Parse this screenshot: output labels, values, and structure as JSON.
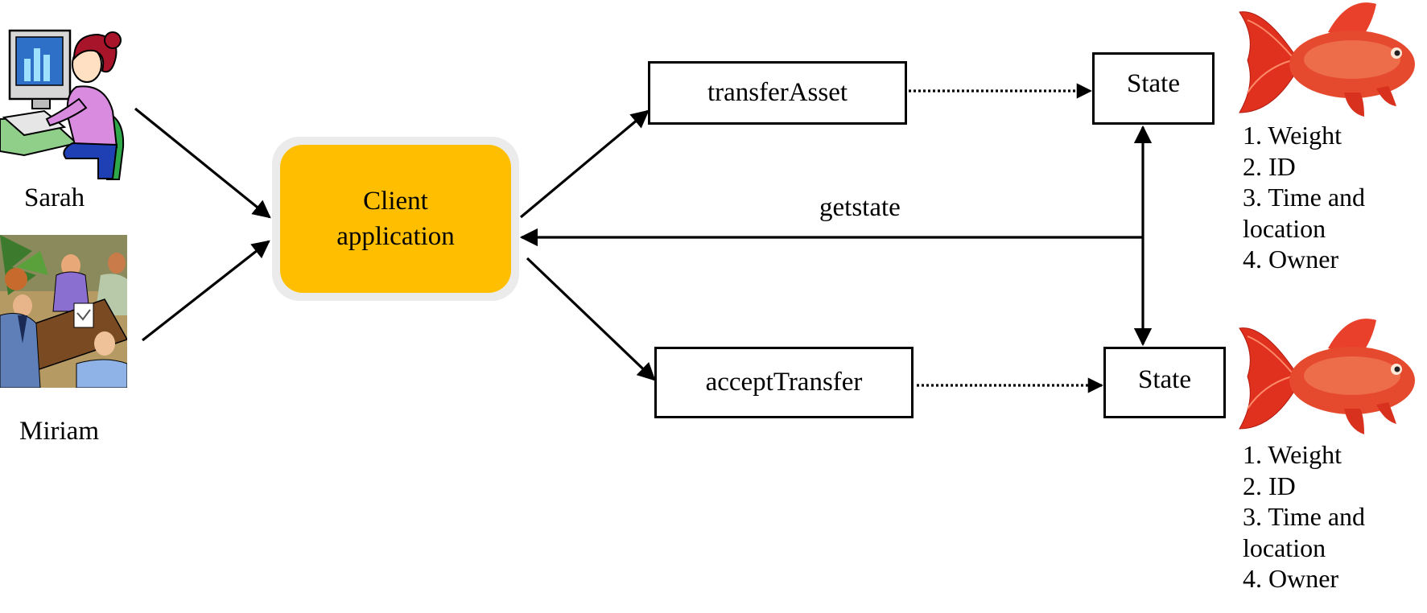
{
  "actors": [
    {
      "name": "Sarah"
    },
    {
      "name": "Miriam"
    }
  ],
  "client": {
    "line1": "Client",
    "line2": "application",
    "fill_color": "#ffbf00",
    "halo_color": "#ebebeb"
  },
  "functions": {
    "transfer": "transferAsset",
    "accept": "acceptTransfer"
  },
  "state_label": "State",
  "getstate_label": "getstate",
  "state_attributes": [
    [
      "1. Weight",
      "2. ID",
      "3. Time and",
      "location",
      "4. Owner"
    ],
    [
      "1. Weight",
      "2. ID",
      "3. Time and",
      "location",
      "4. Owner"
    ]
  ],
  "icons": {
    "person_at_computer": "person-at-computer-icon",
    "meeting": "meeting-illustration-icon",
    "fish": "goldfish-icon"
  }
}
